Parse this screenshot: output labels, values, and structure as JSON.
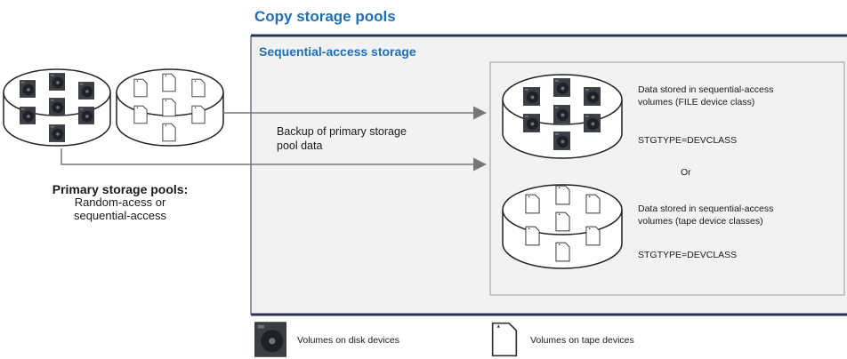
{
  "copy_header": "Copy storage pools",
  "sequential_header": "Sequential-access storage",
  "primary": {
    "title": "Primary storage pools:",
    "line1": "Random-acess or",
    "line2": "sequential-access"
  },
  "backup_label": {
    "line1": "Backup of primary storage",
    "line2": "pool data"
  },
  "file_pool": {
    "line1": "Data stored in sequential-access",
    "line2": "volumes (FILE device class)",
    "stgtype": "STGTYPE=DEVCLASS"
  },
  "or_label": "Or",
  "tape_pool": {
    "line1": "Data stored in sequential-access",
    "line2": "volumes (tape device classes)",
    "stgtype": "STGTYPE=DEVCLASS"
  },
  "legend": {
    "disk_label": "Volumes on disk devices",
    "tape_label": "Volumes on tape devices"
  },
  "colors": {
    "accent": "#1f6fb5",
    "border_dark": "#2a3556",
    "panel_fill": "#f2f2f2",
    "disk_fill": "#3b3e45"
  },
  "icons": {
    "disk": "disk-volume-icon",
    "tape": "tape-volume-icon",
    "arrow": "arrow-right-icon"
  }
}
